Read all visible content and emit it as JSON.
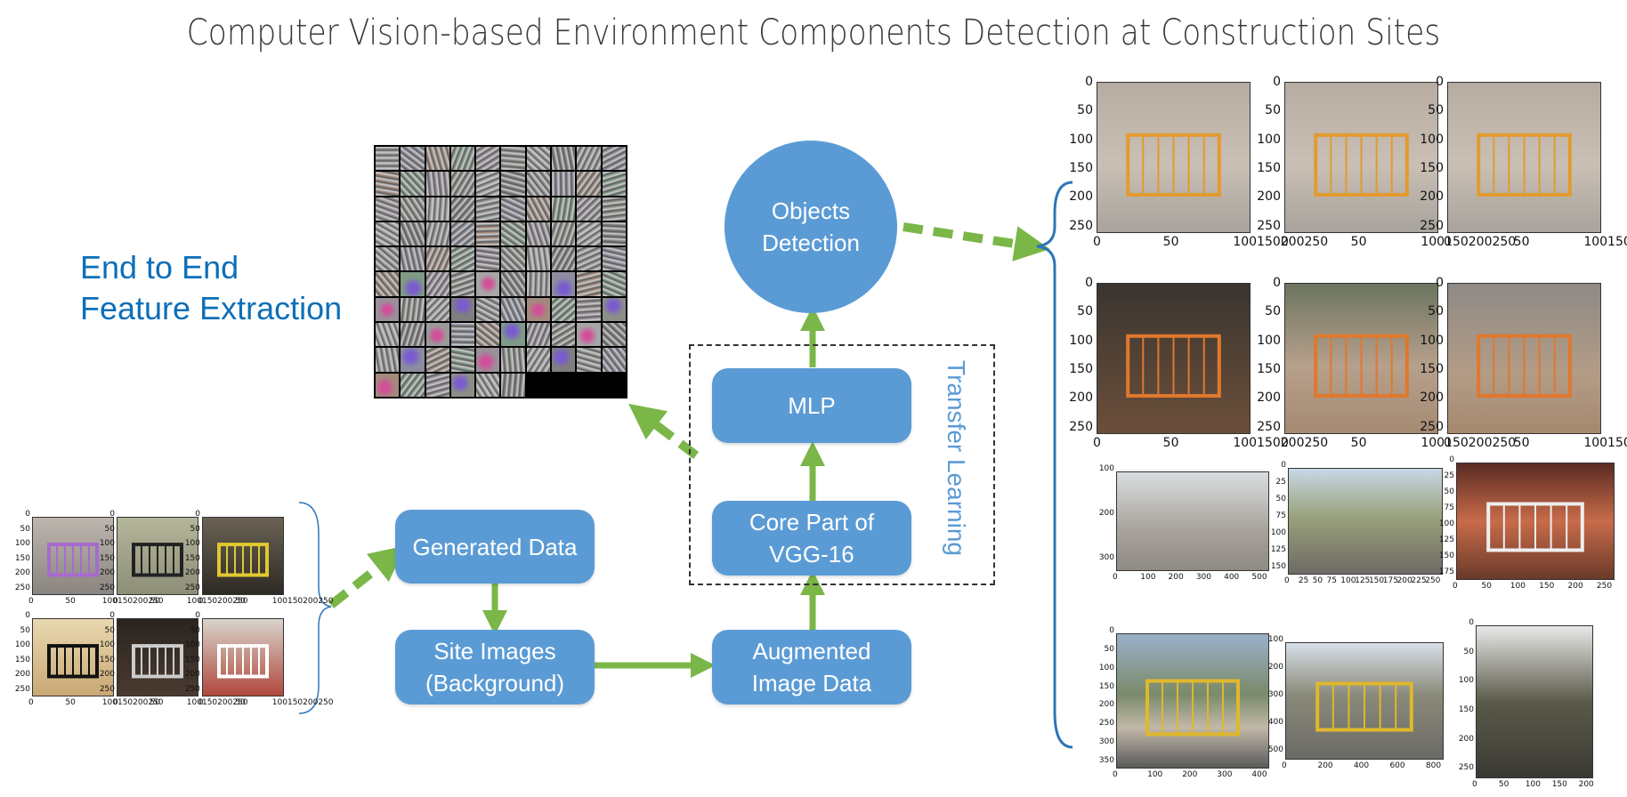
{
  "title": "Computer Vision-based Environment Components Detection at Construction Sites",
  "side_label_line1": "End to End",
  "side_label_line2": "Feature Extraction",
  "nodes": {
    "objects_detection_line1": "Objects",
    "objects_detection_line2": "Detection",
    "mlp": "MLP",
    "core_line1": "Core Part of",
    "core_line2": "VGG-16",
    "augmented_line1": "Augmented",
    "augmented_line2": "Image Data",
    "generated": "Generated Data",
    "site_line1": "Site Images",
    "site_line2": "(Background)"
  },
  "transfer_learning_label": "Transfer Learning",
  "colors": {
    "box_fill": "#5b9bd5",
    "arrow_green": "#7ab648",
    "brace_blue": "#2e75b6",
    "label_blue": "#0c6fb8"
  },
  "plots": {
    "row1_y_ticks": [
      "0",
      "50",
      "100",
      "150",
      "200",
      "250"
    ],
    "row1_x_ticks": [
      "0",
      "50",
      "100150200250"
    ],
    "row3_a_y": [
      "100",
      "200",
      "300"
    ],
    "row3_a_x": [
      "0",
      "100",
      "200",
      "300",
      "400",
      "500"
    ],
    "row3_b_x": [
      "0",
      "25",
      "50",
      "75",
      "100",
      "125",
      "150",
      "175",
      "200",
      "225",
      "250"
    ],
    "row3_c_x": [
      "0",
      "50",
      "100",
      "150",
      "200",
      "250"
    ],
    "row4_a_y": [
      "0",
      "50",
      "100",
      "150",
      "200",
      "250",
      "300",
      "350"
    ],
    "row4_a_x": [
      "0",
      "100",
      "200",
      "300",
      "400"
    ],
    "row4_b_y": [
      "100",
      "200",
      "300",
      "400",
      "500"
    ],
    "row4_b_x": [
      "0",
      "200",
      "400",
      "600",
      "800"
    ],
    "row4_c_y": [
      "0",
      "50",
      "100",
      "150",
      "200",
      "250"
    ],
    "row4_c_x": [
      "0",
      "50",
      "100",
      "150",
      "200"
    ],
    "small_y": [
      "0",
      "50",
      "100",
      "150",
      "200",
      "250"
    ],
    "small_x": [
      "0",
      "50",
      "100150200250"
    ]
  }
}
